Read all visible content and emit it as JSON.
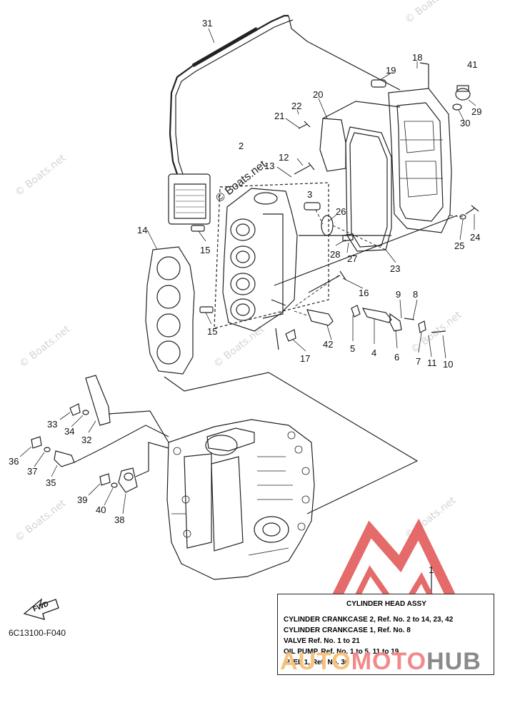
{
  "diagram_code": "6C13100-F040",
  "copyright_label": "© Boats.net",
  "watermark_text": "© Boats.net",
  "fwd_label": "FWD",
  "brand": {
    "part1": "AUTO",
    "part2": "MOTO",
    "part3": "HUB"
  },
  "legend": {
    "title": "CYLINDER  HEAD ASSY",
    "lines": [
      "CYLINDER CRANKCASE 2, Ref. No. 2 to 14, 23, 42",
      "CYLINDER CRANKCASE 1, Ref. No. 8",
      "VALVE       Ref. No. 1 to 21",
      "OIL PUMP, Ref. No. 1 to 5, 11 to 19",
      "FUEL 1,    Ref. No. 30"
    ]
  },
  "callouts": [
    "31",
    "18",
    "41",
    "19",
    "20",
    "22",
    "21",
    "29",
    "30",
    "2",
    "12",
    "13",
    "3",
    "26",
    "24",
    "25",
    "14",
    "28",
    "27",
    "23",
    "15",
    "15",
    "16",
    "9",
    "8",
    "42",
    "5",
    "4",
    "6",
    "7",
    "11",
    "10",
    "17",
    "33",
    "34",
    "32",
    "36",
    "37",
    "35",
    "39",
    "40",
    "38",
    "1"
  ],
  "colors": {
    "line": "#222222",
    "watermark": "#d3d3d3",
    "triangle": "#e05050"
  }
}
